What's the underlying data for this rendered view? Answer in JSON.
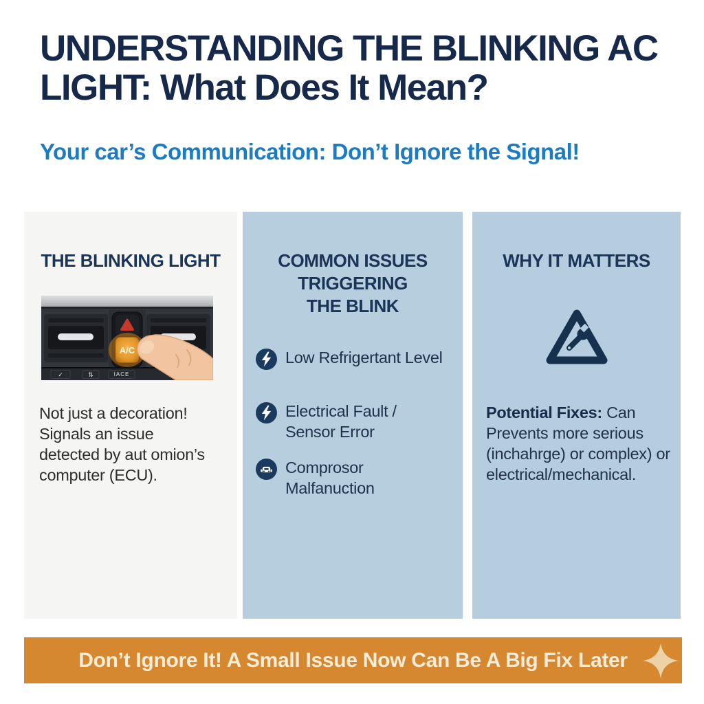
{
  "header": {
    "title": "UNDERSTANDING THE BLINKING AC\nLIGHT: What Does It Mean?",
    "subtitle": "Your car’s Communication: Don’t Ignore the Signal!"
  },
  "columns": {
    "blinking_light": {
      "header": "THE BLINKING LIGHT",
      "body": "Not just a decoration!\nSignals an issue\ndetected by aut omion’s\ncomputer (ECU).",
      "panel": {
        "ac_button": "A/C",
        "strip_buttons": [
          "✓",
          "⇅",
          "IACE"
        ]
      }
    },
    "common_issues": {
      "header": "COMMON ISSUES\nTRIGGERING\nTHE BLINK",
      "items": [
        {
          "icon": "lightning-bolt-icon",
          "label": "Low Refrigertant Level"
        },
        {
          "icon": "lightning-bolt-icon",
          "label": "Electrical Fault /\nSensor Error"
        },
        {
          "icon": "car-compressor-icon",
          "label": "Comprosor Malfanuction"
        }
      ]
    },
    "why_it_matters": {
      "header": "WHY IT MATTERS",
      "icon": "warning-triangle-wrench-icon",
      "lead": "Potential Fixes:",
      "body": " Can Prevents more serious (inchahrge) or complex) or electrical/mechanical."
    }
  },
  "banner": {
    "text": "Don’t Ignore It! A Small Issue Now Can Be A Big Fix Later",
    "icon": "sparkle-icon"
  },
  "colors": {
    "title_navy": "#17294b",
    "subtitle_blue": "#1b7cc3",
    "column_header_navy": "#1b3557",
    "column_light_bg": "#f5f5f3",
    "column_blue_bg": "#b6cede",
    "icon_circle_navy": "#1b3a5f",
    "warning_triangle_navy": "#16314e",
    "banner_orange": "#d5882f",
    "banner_text_cream": "#f8ecd6",
    "ac_button_amber": "#eda43b",
    "warning_light_red": "#c8372b",
    "finger_skin": "#f2c49f"
  }
}
